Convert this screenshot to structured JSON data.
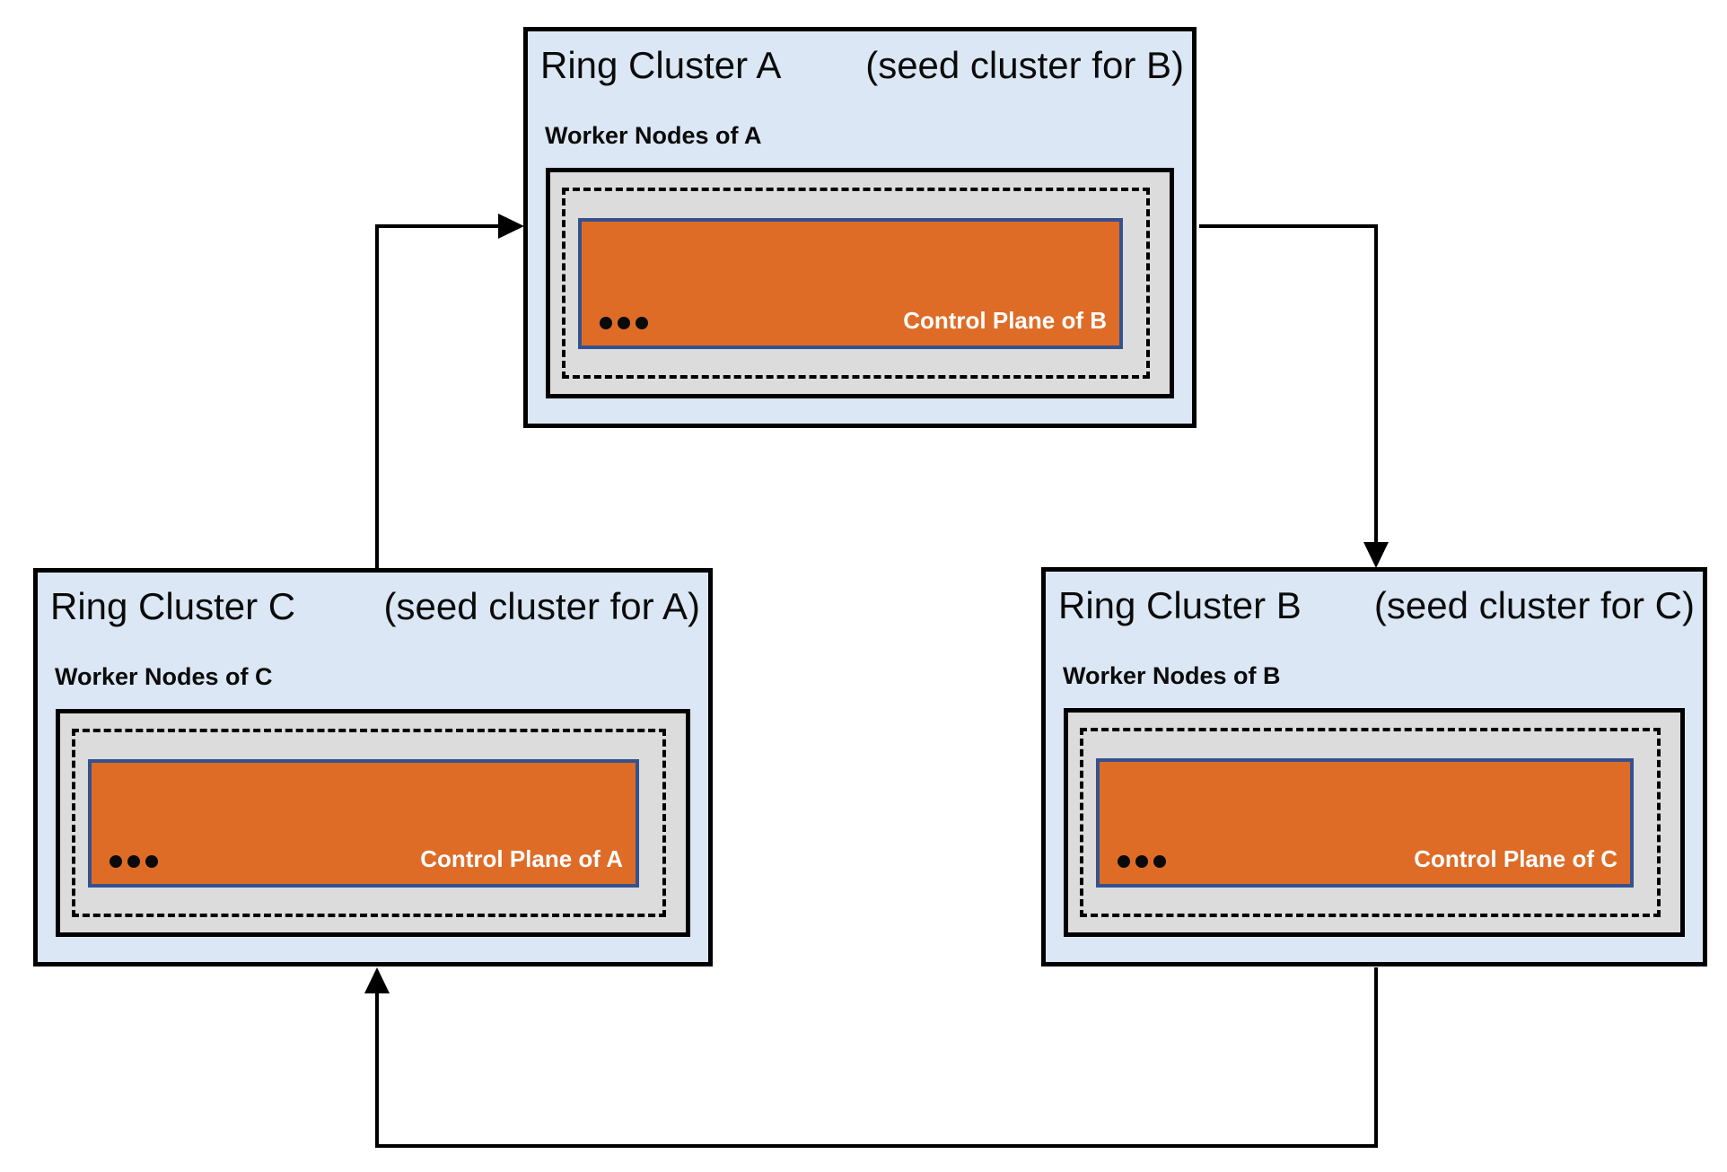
{
  "diagram_type": "ring-cluster-topology",
  "colors": {
    "cluster_fill": "#dbe7f4",
    "cluster_border": "#000000",
    "worker_fill": "#dcdcdc",
    "dashed_border": "#000000",
    "control_fill": "#de6c27",
    "control_border": "#35518e",
    "control_text": "#ffffff",
    "arrow": "#000000"
  },
  "clusters": [
    {
      "id": "A",
      "name": "Ring Cluster A",
      "seed_note": "(seed cluster for B)",
      "worker_label": "Worker Nodes of A",
      "control_plane_label": "Control Plane of B"
    },
    {
      "id": "C",
      "name": "Ring Cluster C",
      "seed_note": "(seed cluster for A)",
      "worker_label": "Worker Nodes of C",
      "control_plane_label": "Control Plane of A"
    },
    {
      "id": "B",
      "name": "Ring Cluster B",
      "seed_note": "(seed cluster for C)",
      "worker_label": "Worker Nodes of B",
      "control_plane_label": "Control Plane of C"
    }
  ],
  "edges": [
    {
      "from": "Ring Cluster C",
      "to": "Ring Cluster A"
    },
    {
      "from": "Ring Cluster A",
      "to": "Ring Cluster B"
    },
    {
      "from": "Ring Cluster B",
      "to": "Ring Cluster C"
    }
  ]
}
